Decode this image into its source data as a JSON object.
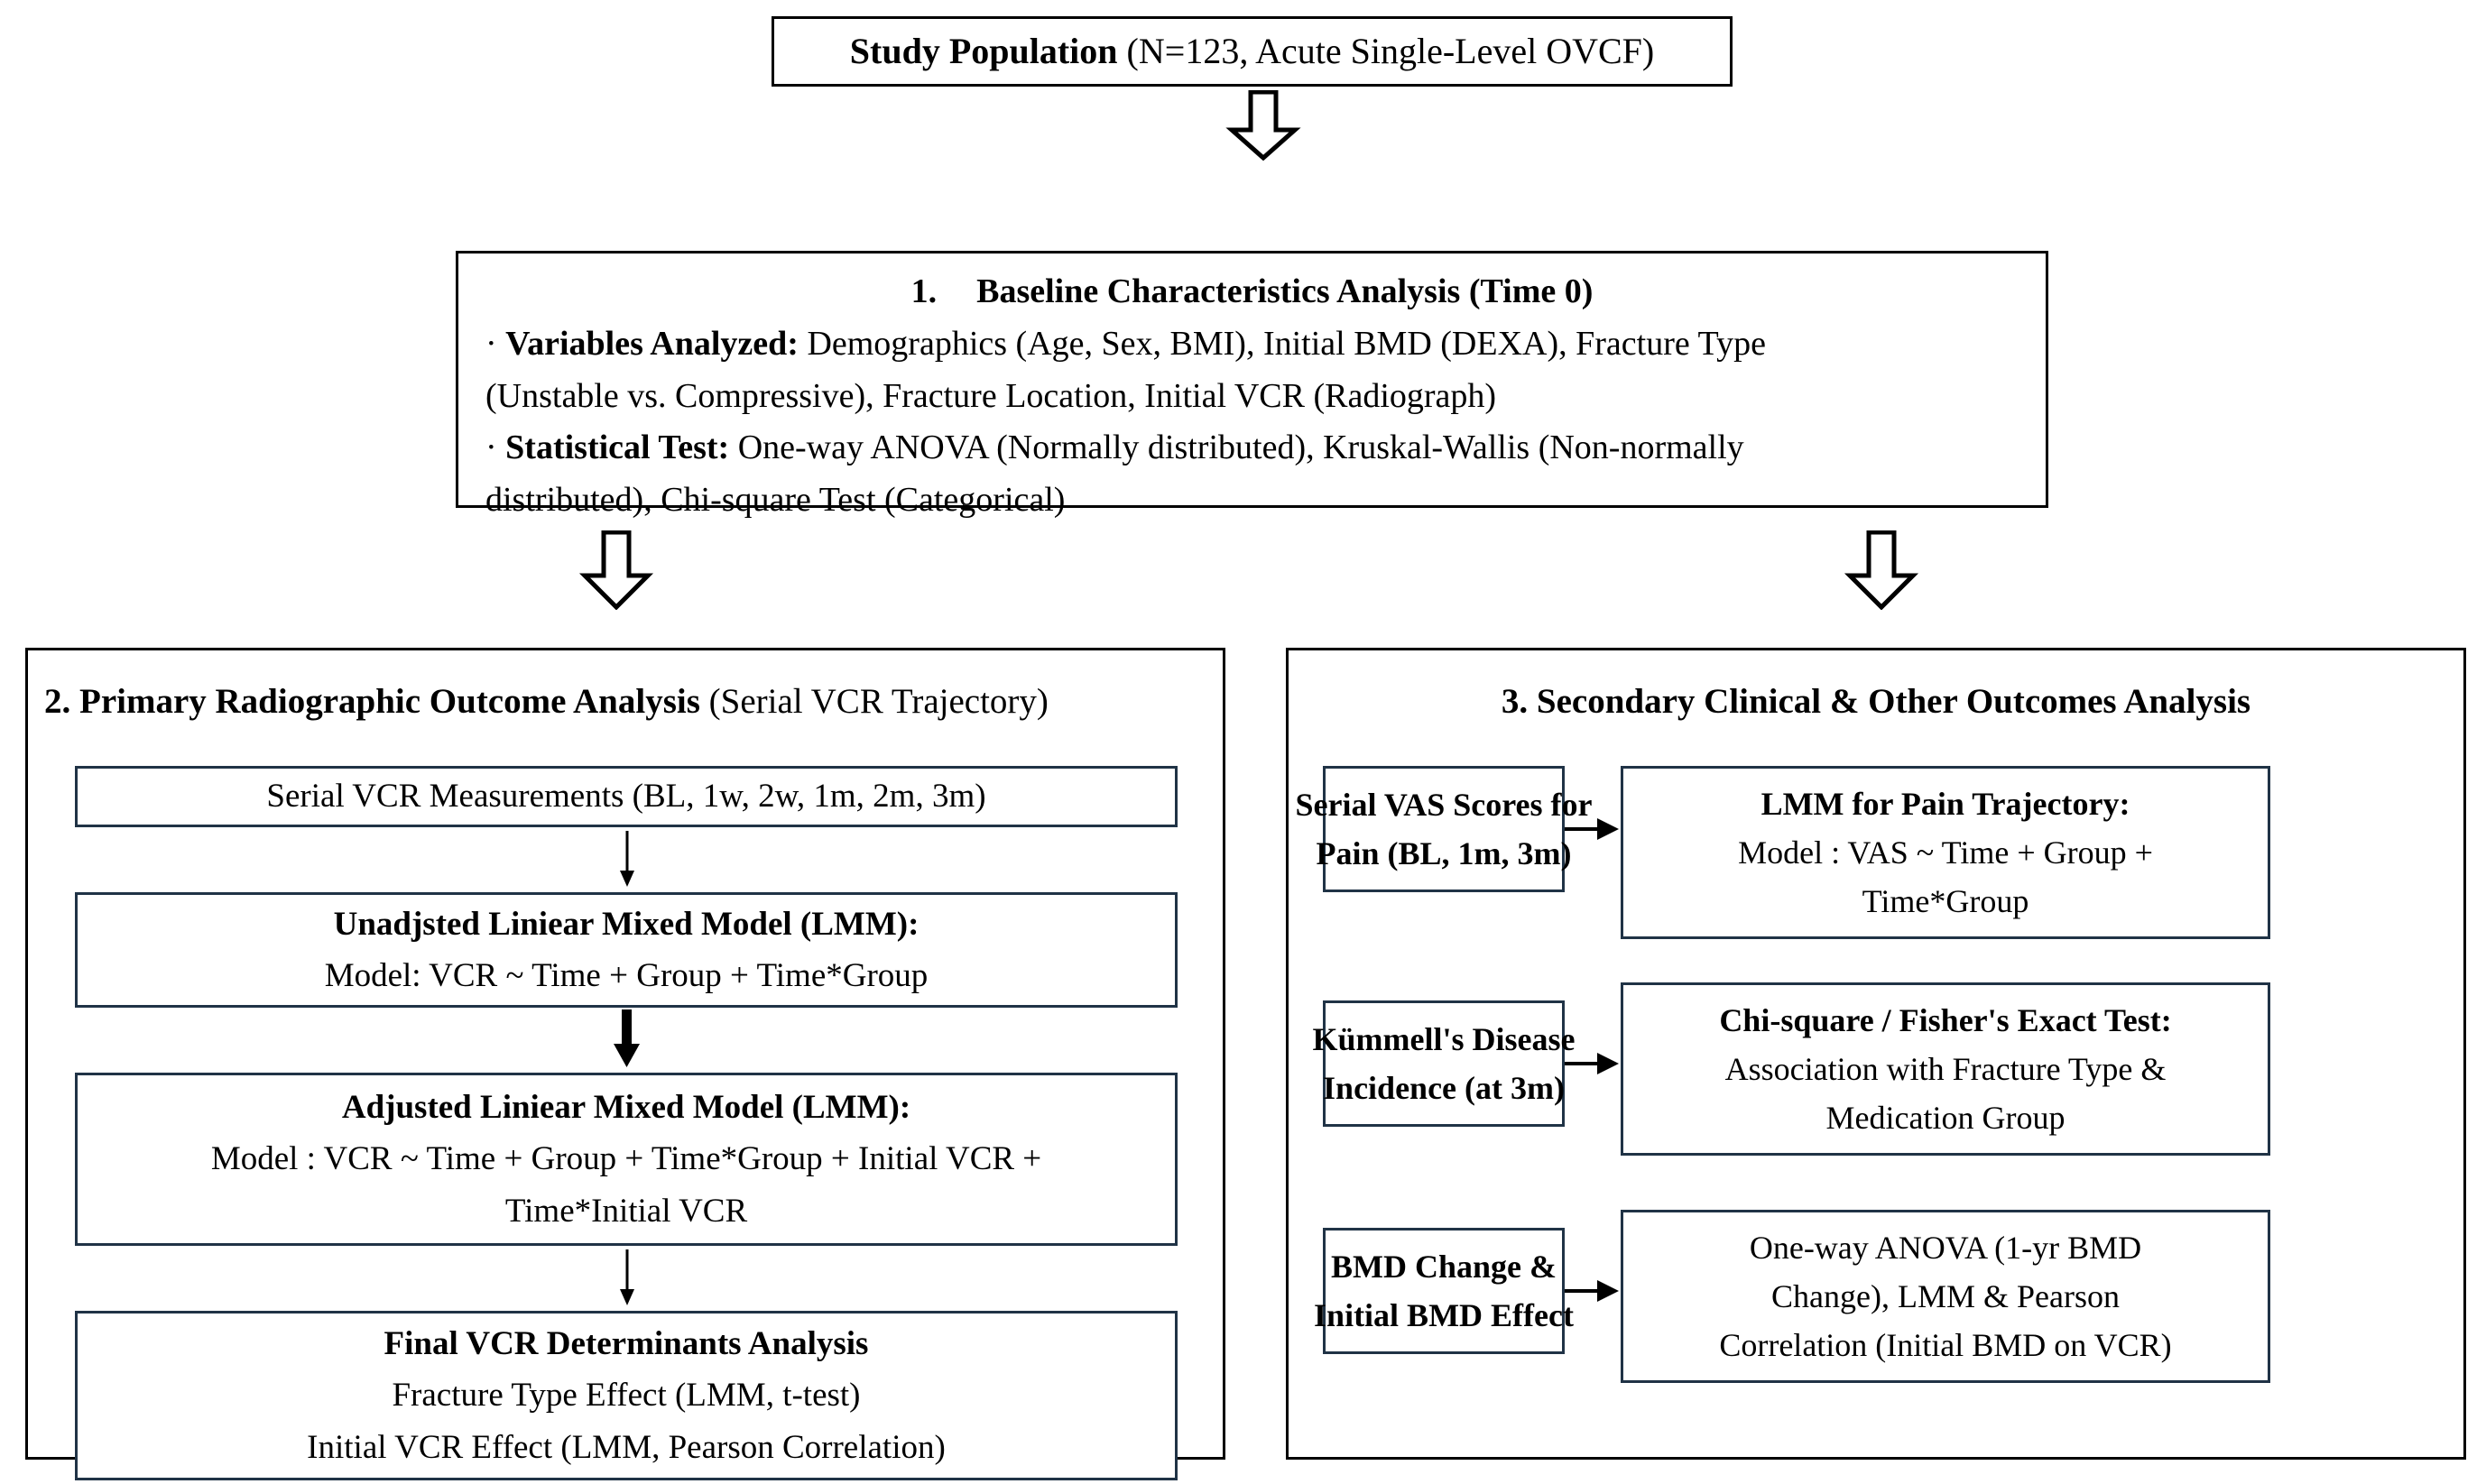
{
  "figure": {
    "type": "flowchart",
    "title_box": {
      "bold_part": "Study Population",
      "rest": " (N=123, Acute Single-Level OVCF)"
    },
    "step1": {
      "number": "1.",
      "heading": "Baseline Characteristics Analysis (Time 0)",
      "bullets": [
        {
          "marker": "·",
          "label": "Variables Analyzed:",
          "line1": " Demographics (Age, Sex, BMI), Initial BMD (DEXA), Fracture Type",
          "line2": "(Unstable vs. Compressive), Fracture Location, Initial VCR (Radiograph)"
        },
        {
          "marker": "·",
          "label": "Statistical Test:",
          "line1": " One-way ANOVA (Normally distributed), Kruskal-Wallis (Non-normally",
          "line2": "distributed), Chi-square Test (Categorical)"
        }
      ]
    },
    "step2": {
      "heading_bold": "2. Primary Radiographic Outcome Analysis",
      "heading_rest": " (Serial VCR Trajectory)",
      "boxes": [
        {
          "name": "serial-vcr-measurements",
          "lines": [
            {
              "text": "Serial VCR Measurements (BL, 1w, 2w, 1m, 2m, 3m)",
              "bold": false
            }
          ]
        },
        {
          "name": "unadjusted-lmm",
          "lines": [
            {
              "text": "Unadjsted Liniear Mixed Model (LMM):",
              "bold": true
            },
            {
              "text": "Model: VCR ~ Time + Group + Time*Group",
              "bold": false
            }
          ]
        },
        {
          "name": "adjusted-lmm",
          "lines": [
            {
              "text": "Adjusted Liniear Mixed Model (LMM):",
              "bold": true
            },
            {
              "text": "Model : VCR ~ Time + Group + Time*Group + Initial VCR +",
              "bold": false
            },
            {
              "text": "Time*Initial VCR",
              "bold": false
            }
          ]
        },
        {
          "name": "final-vcr-determinants",
          "lines": [
            {
              "text": "Final VCR Determinants Analysis",
              "bold": true
            },
            {
              "text": "Fracture Type Effect (LMM, t-test)",
              "bold": false
            },
            {
              "text": "Initial VCR Effect (LMM, Pearson Correlation)",
              "bold": false
            }
          ]
        }
      ],
      "connectors": [
        "thin-down-arrow",
        "bold-down-arrow",
        "thin-down-arrow"
      ]
    },
    "step3": {
      "heading": "3. Secondary Clinical & Other Outcomes Analysis",
      "rows": [
        {
          "left": {
            "name": "serial-vas-scores",
            "lines": [
              {
                "text": "Serial VAS Scores for",
                "bold": true
              },
              {
                "text": "Pain (BL, 1m, 3m)",
                "bold": true
              }
            ]
          },
          "right": {
            "name": "lmm-pain-trajectory",
            "lines": [
              {
                "text": "LMM for Pain Trajectory:",
                "bold": true
              },
              {
                "text": "Model : VAS ~ Time + Group +",
                "bold": false
              },
              {
                "text": "Time*Group",
                "bold": false
              }
            ]
          }
        },
        {
          "left": {
            "name": "kummell-disease-incidence",
            "lines": [
              {
                "text": "Kümmell's Disease",
                "bold": true
              },
              {
                "text": "Incidence (at 3m)",
                "bold": true
              }
            ]
          },
          "right": {
            "name": "chi-square-fisher-test",
            "lines": [
              {
                "text": "Chi-square / Fisher's Exact Test:",
                "bold": true
              },
              {
                "text": "Association with Fracture Type &",
                "bold": false
              },
              {
                "text": "Medication Group",
                "bold": false
              }
            ]
          }
        },
        {
          "left": {
            "name": "bmd-change-initial-bmd-effect",
            "lines": [
              {
                "text": "BMD Change &",
                "bold": true
              },
              {
                "text": "Initial BMD Effect",
                "bold": true
              }
            ]
          },
          "right": {
            "name": "anova-lmm-pearson",
            "lines": [
              {
                "text": "One-way ANOVA (1-yr BMD",
                "bold": false
              },
              {
                "text": "Change), LMM & Pearson",
                "bold": false
              },
              {
                "text": "Correlation (Initial BMD on VCR)",
                "bold": false
              }
            ]
          }
        }
      ]
    },
    "colors": {
      "outer_border": "#000000",
      "inner_border": "#203346",
      "background": "#ffffff",
      "text": "#000000"
    }
  }
}
